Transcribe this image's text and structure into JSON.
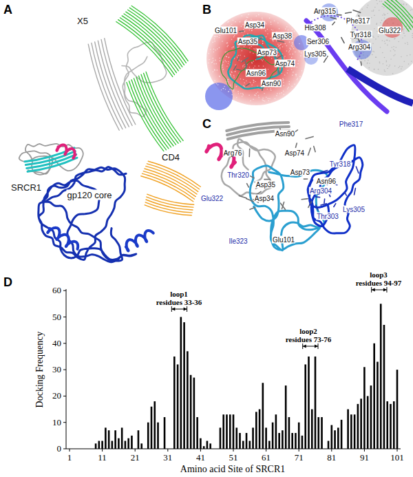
{
  "diagram": {
    "labels": [
      "A",
      "X5",
      "SRCR1",
      "CD4",
      "gp120 core",
      "B",
      "Glu101",
      "Asp34",
      "Asp38",
      "Asp35",
      "Asp73",
      "Asp74",
      "Asn96",
      "Asn90",
      "Arg315",
      "Phe317",
      "His308",
      "Glu322",
      "Tyr318",
      "Ser306",
      "Arg304",
      "Lys305",
      "C",
      "Phe317",
      "Asn90",
      "Arg76",
      "Asp74",
      "Tyr318",
      "Thr320",
      "Asp73",
      "Asn96",
      "Asp35",
      "Arg304",
      "Glu322",
      "Asp34",
      "Lys305",
      "Thr303",
      "Ile323",
      "Glu101",
      "D",
      "loop1",
      "residues 33-36",
      "loop2",
      "residues 73-76",
      "loop3",
      "residues 94-97",
      "0",
      "10",
      "20",
      "30",
      "40",
      "50",
      "60",
      "Docking Frequency",
      "1",
      "11",
      "21",
      "31",
      "41",
      "51",
      "61",
      "71",
      "81",
      "91",
      "101",
      "Amino acid Site of SRCR1"
    ]
  }
}
